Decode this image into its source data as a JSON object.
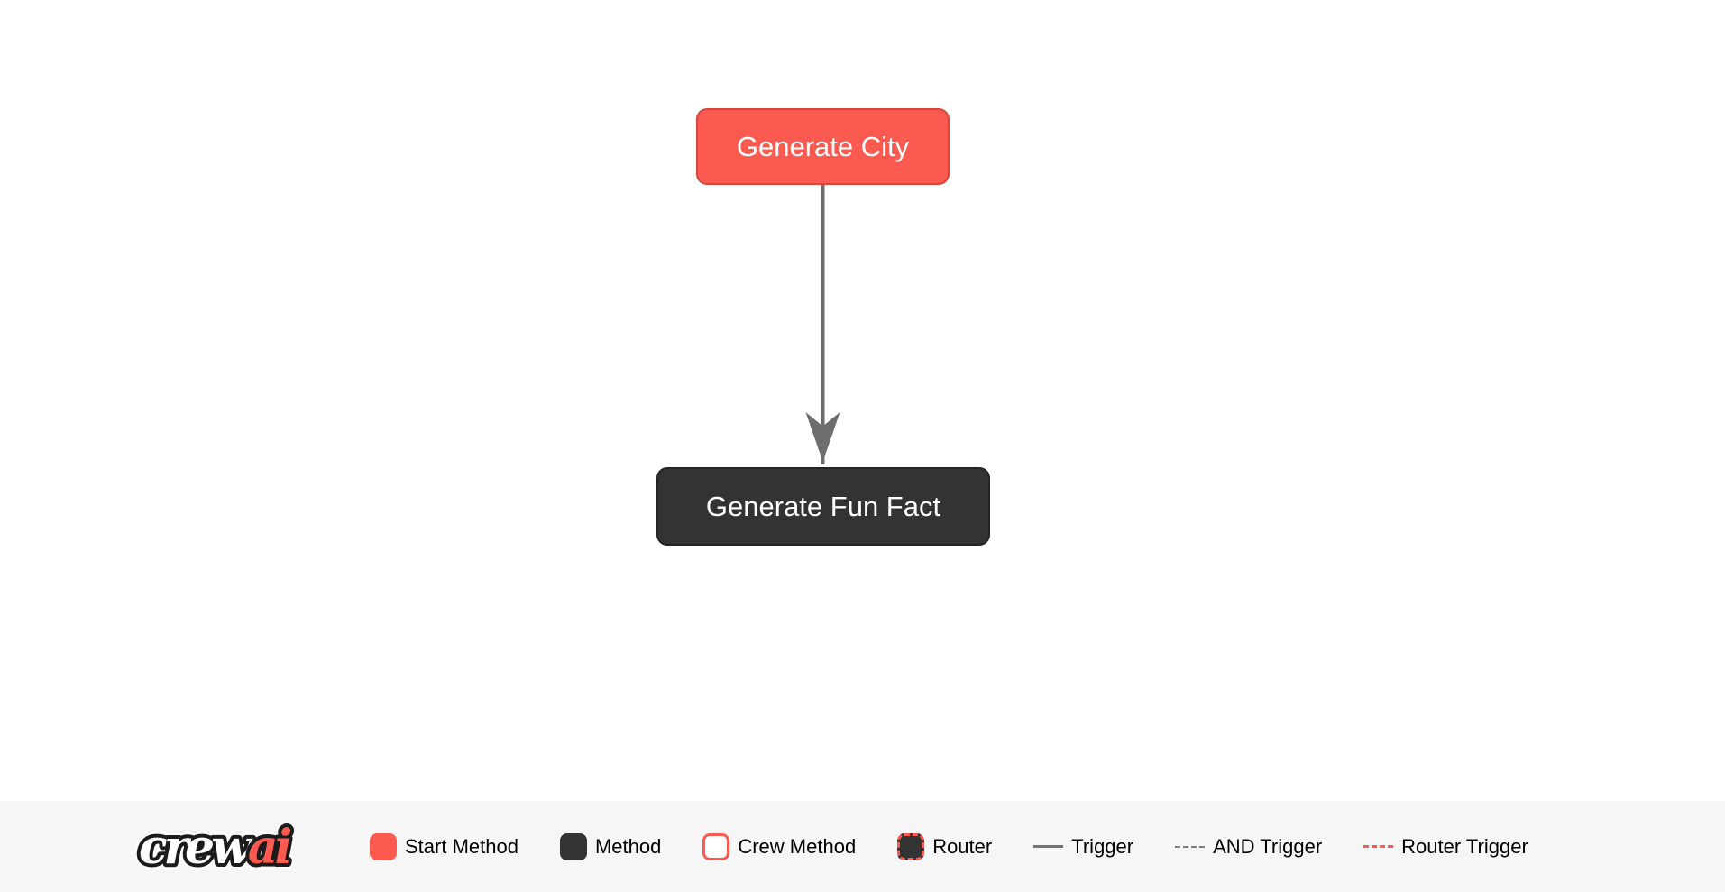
{
  "flow": {
    "nodes": [
      {
        "label": "Generate City",
        "type": "start_method"
      },
      {
        "label": "Generate Fun Fact",
        "type": "method"
      }
    ],
    "edges": [
      {
        "from": "Generate City",
        "to": "Generate Fun Fact",
        "type": "trigger"
      }
    ]
  },
  "legend": {
    "logo": {
      "crew": "crew",
      "ai": "ai"
    },
    "items": [
      {
        "label": "Start Method"
      },
      {
        "label": "Method"
      },
      {
        "label": "Crew Method"
      },
      {
        "label": "Router"
      },
      {
        "label": "Trigger"
      },
      {
        "label": "AND Trigger"
      },
      {
        "label": "Router Trigger"
      }
    ]
  },
  "colors": {
    "start_method": "#FB5A50",
    "method": "#333333",
    "crew_method_border": "#FB5A50",
    "router_border": "#FB5A50",
    "trigger_line": "#757575",
    "and_trigger_line": "#7D7D7D",
    "router_trigger_line": "#FB5A50",
    "edge": "#6E6E6E",
    "node_text": "#FFFFFF",
    "legend_text": "#000000",
    "legend_background": "#F6F6F7",
    "canvas_background": "#FFFFFF"
  }
}
